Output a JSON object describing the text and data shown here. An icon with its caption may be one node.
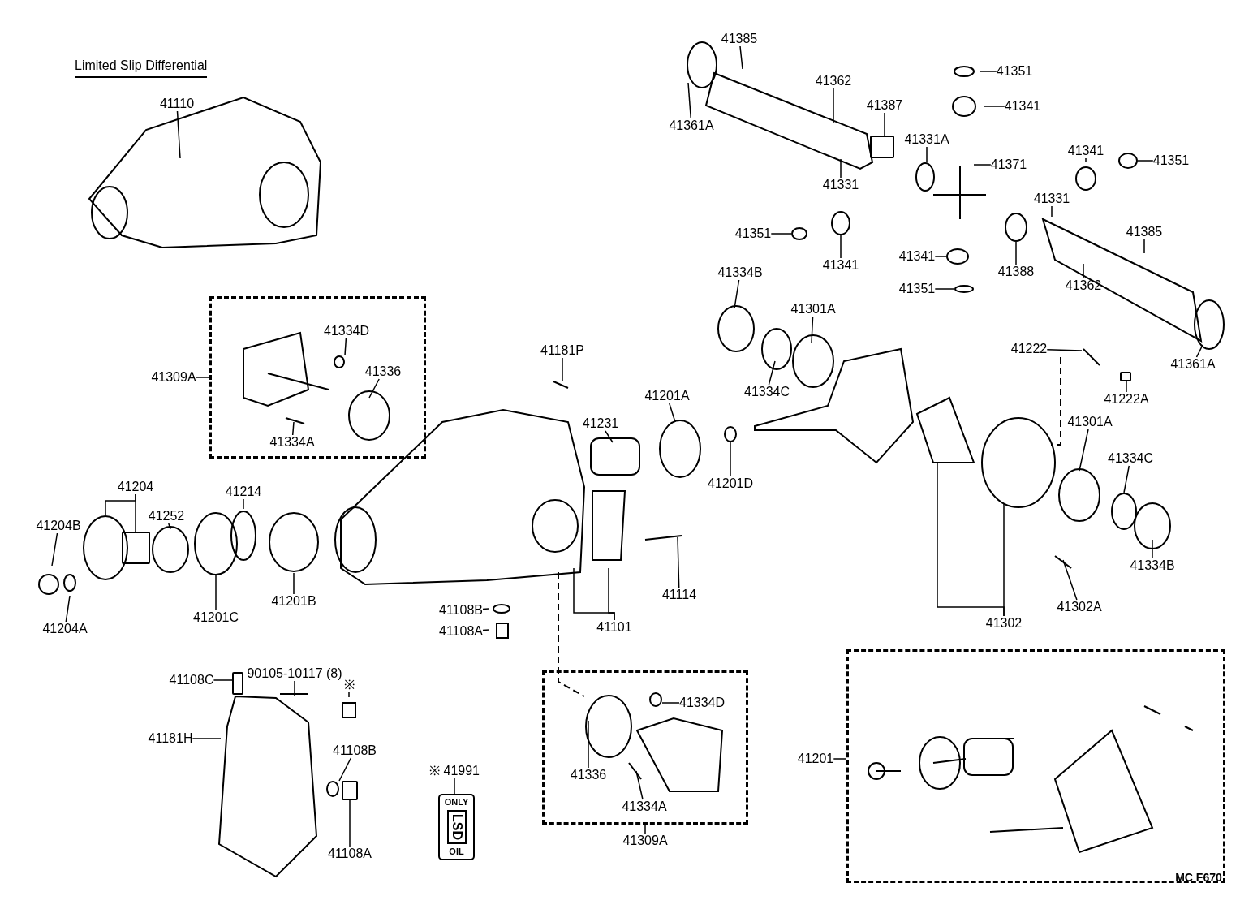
{
  "diagram": {
    "title": "Limited Slip Differential",
    "nodes": [
      {
        "text": [
          "41110"
        ]
      },
      {
        "text": [],
        "shape": "box"
      },
      {
        "text": [
          "41309A"
        ]
      },
      {
        "text": [
          "41334D"
        ],
        "in": 1
      },
      {
        "text": [
          "41336"
        ],
        "in": 1
      },
      {
        "text": [
          "41334A"
        ],
        "in": 1
      },
      {
        "text": [
          "41181P"
        ]
      },
      {
        "text": [
          "41231"
        ]
      },
      {
        "text": [
          "41201A"
        ]
      },
      {
        "text": [
          "41201D"
        ]
      },
      {
        "text": [
          "41204"
        ]
      },
      {
        "text": [
          "41252"
        ]
      },
      {
        "text": [
          "41214"
        ]
      },
      {
        "text": [
          "41204B"
        ]
      },
      {
        "text": [
          "41204A"
        ]
      },
      {
        "text": [
          "41201C"
        ]
      },
      {
        "text": [
          "41201B"
        ]
      },
      {
        "text": [
          "41101"
        ]
      },
      {
        "text": [
          "41114"
        ]
      },
      {
        "text": [
          "41108B"
        ]
      },
      {
        "text": [
          "41108A"
        ]
      },
      {
        "text": [
          "90105-10117 (8)"
        ]
      },
      {
        "text": [
          "41108C"
        ]
      },
      {
        "text": [
          "※"
        ]
      },
      {
        "text": [
          "41181H"
        ]
      },
      {
        "text": [
          "41108B"
        ]
      },
      {
        "text": [
          "41108A"
        ]
      },
      {
        "text": [
          "※ 41991"
        ]
      },
      {
        "text": [],
        "shape": "box"
      },
      {
        "text": [
          "41334D"
        ],
        "in": 28
      },
      {
        "text": [
          "41336"
        ],
        "in": 28
      },
      {
        "text": [
          "41334A"
        ],
        "in": 28
      },
      {
        "text": [
          "41309A"
        ]
      },
      {
        "text": [],
        "shape": "box"
      },
      {
        "text": [
          "41201"
        ]
      },
      {
        "text": [
          "41385"
        ]
      },
      {
        "text": [
          "41361A"
        ]
      },
      {
        "text": [
          "41362"
        ]
      },
      {
        "text": [
          "41387"
        ]
      },
      {
        "text": [
          "41331"
        ]
      },
      {
        "text": [
          "41351"
        ]
      },
      {
        "text": [
          "41341"
        ]
      },
      {
        "text": [
          "41331A"
        ]
      },
      {
        "text": [
          "41371"
        ]
      },
      {
        "text": [
          "41341"
        ]
      },
      {
        "text": [
          "41351"
        ]
      },
      {
        "text": [
          "41351"
        ]
      },
      {
        "text": [
          "41341"
        ]
      },
      {
        "text": [
          "41331"
        ]
      },
      {
        "text": [
          "41385"
        ]
      },
      {
        "text": [
          "41341"
        ]
      },
      {
        "text": [
          "41351"
        ]
      },
      {
        "text": [
          "41388"
        ]
      },
      {
        "text": [
          "41362"
        ]
      },
      {
        "text": [
          "41361A"
        ]
      },
      {
        "text": [
          "41334B"
        ]
      },
      {
        "text": [
          "41301A"
        ]
      },
      {
        "text": [
          "41334C"
        ]
      },
      {
        "text": [
          "41222"
        ]
      },
      {
        "text": [
          "41222A"
        ]
      },
      {
        "text": [
          "41301A"
        ]
      },
      {
        "text": [
          "41334C"
        ]
      },
      {
        "text": [
          "41334B"
        ]
      },
      {
        "text": [
          "41302A"
        ]
      },
      {
        "text": [
          "41302"
        ]
      },
      {
        "text": [
          "ONLY",
          "LSD",
          "OIL"
        ]
      },
      {
        "text": [],
        "shape": "circle",
        "in": 1
      },
      {
        "text": [],
        "shape": "circle"
      },
      {
        "text": [],
        "shape": "circle"
      },
      {
        "text": [],
        "shape": "box"
      },
      {
        "text": [],
        "shape": "circle"
      },
      {
        "text": [],
        "shape": "box"
      },
      {
        "text": [],
        "shape": "circle",
        "in": 28
      },
      {
        "text": [],
        "shape": "box"
      },
      {
        "text": [],
        "shape": "circle"
      },
      {
        "text": [],
        "shape": "circle"
      },
      {
        "text": [],
        "shape": "circle"
      },
      {
        "text": [],
        "shape": "circle"
      },
      {
        "text": [],
        "shape": "circle"
      },
      {
        "text": [],
        "shape": "circle"
      },
      {
        "text": [],
        "shape": "circle"
      },
      {
        "text": [],
        "shape": "box"
      },
      {
        "text": [],
        "shape": "box"
      }
    ],
    "edges": [
      {
        "from": 0,
        "to": null,
        "arrow": "none"
      },
      {
        "from": 2,
        "to": 1,
        "arrow": "none"
      },
      {
        "from": 3,
        "to": 66,
        "arrow": "none"
      },
      {
        "from": 4,
        "to": null,
        "arrow": "none"
      },
      {
        "from": 5,
        "to": null,
        "arrow": "none"
      },
      {
        "from": 6,
        "to": null,
        "arrow": "none"
      },
      {
        "from": 7,
        "to": null,
        "arrow": "none"
      },
      {
        "from": 8,
        "to": null,
        "arrow": "none"
      },
      {
        "from": 9,
        "to": 67,
        "arrow": "none"
      },
      {
        "from": 10,
        "to": 68,
        "arrow": "none"
      },
      {
        "from": 10,
        "to": 69,
        "arrow": "none"
      },
      {
        "from": 11,
        "to": null,
        "arrow": "none"
      },
      {
        "from": 12,
        "to": null,
        "arrow": "none"
      },
      {
        "from": 13,
        "to": null,
        "arrow": "none"
      },
      {
        "from": 14,
        "to": null,
        "arrow": "none"
      },
      {
        "from": 15,
        "to": null,
        "arrow": "none"
      },
      {
        "from": 16,
        "to": null,
        "arrow": "none"
      },
      {
        "from": 17,
        "to": null,
        "arrow": "none"
      },
      {
        "from": 17,
        "to": null,
        "arrow": "none"
      },
      {
        "from": 18,
        "to": null,
        "arrow": "none"
      },
      {
        "from": 19,
        "to": null,
        "arrow": "none"
      },
      {
        "from": 20,
        "to": null,
        "arrow": "none"
      },
      {
        "from": 21,
        "to": null,
        "arrow": "none"
      },
      {
        "from": 22,
        "to": 82,
        "arrow": "none"
      },
      {
        "from": 23,
        "to": null,
        "arrow": "none"
      },
      {
        "from": 24,
        "to": null,
        "arrow": "none"
      },
      {
        "from": 25,
        "to": 70,
        "arrow": "none"
      },
      {
        "from": 26,
        "to": 71,
        "arrow": "none"
      },
      {
        "from": 27,
        "to": 65,
        "arrow": "none"
      },
      {
        "from": 29,
        "to": 72,
        "arrow": "none"
      },
      {
        "from": 30,
        "to": null,
        "arrow": "none"
      },
      {
        "from": 31,
        "to": null,
        "arrow": "none"
      },
      {
        "from": 32,
        "to": 28,
        "arrow": "none"
      },
      {
        "from": 34,
        "to": 33,
        "arrow": "none"
      },
      {
        "from": 35,
        "to": null,
        "arrow": "none"
      },
      {
        "from": 36,
        "to": null,
        "arrow": "none"
      },
      {
        "from": 37,
        "to": null,
        "arrow": "none"
      },
      {
        "from": 38,
        "to": 73,
        "arrow": "none"
      },
      {
        "from": 39,
        "to": null,
        "arrow": "none"
      },
      {
        "from": 40,
        "to": null,
        "arrow": "none"
      },
      {
        "from": 41,
        "to": null,
        "arrow": "none"
      },
      {
        "from": 42,
        "to": 74,
        "arrow": "none"
      },
      {
        "from": 43,
        "to": null,
        "arrow": "none"
      },
      {
        "from": 44,
        "to": null,
        "arrow": "none"
      },
      {
        "from": 45,
        "to": 75,
        "arrow": "none"
      },
      {
        "from": 46,
        "to": 76,
        "arrow": "none"
      },
      {
        "from": 47,
        "to": 77,
        "arrow": "none"
      },
      {
        "from": 48,
        "to": null,
        "arrow": "none"
      },
      {
        "from": 49,
        "to": null,
        "arrow": "none"
      },
      {
        "from": 50,
        "to": 78,
        "arrow": "none"
      },
      {
        "from": 51,
        "to": 79,
        "arrow": "none"
      },
      {
        "from": 52,
        "to": 80,
        "arrow": "none"
      },
      {
        "from": 53,
        "to": null,
        "arrow": "none"
      },
      {
        "from": 54,
        "to": null,
        "arrow": "none"
      },
      {
        "from": 55,
        "to": null,
        "arrow": "none"
      },
      {
        "from": 56,
        "to": null,
        "arrow": "none"
      },
      {
        "from": 57,
        "to": null,
        "arrow": "none"
      },
      {
        "from": 58,
        "to": null,
        "arrow": "none"
      },
      {
        "from": 59,
        "to": 81,
        "arrow": "none"
      },
      {
        "from": 60,
        "to": null,
        "arrow": "none"
      },
      {
        "from": 61,
        "to": null,
        "arrow": "none"
      },
      {
        "from": 62,
        "to": null,
        "arrow": "none"
      },
      {
        "from": 63,
        "to": null,
        "arrow": "none"
      },
      {
        "from": 64,
        "to": null,
        "arrow": "none"
      },
      {
        "from": 64,
        "to": null,
        "arrow": "none"
      }
    ],
    "labels": [
      "MC F670"
    ]
  }
}
